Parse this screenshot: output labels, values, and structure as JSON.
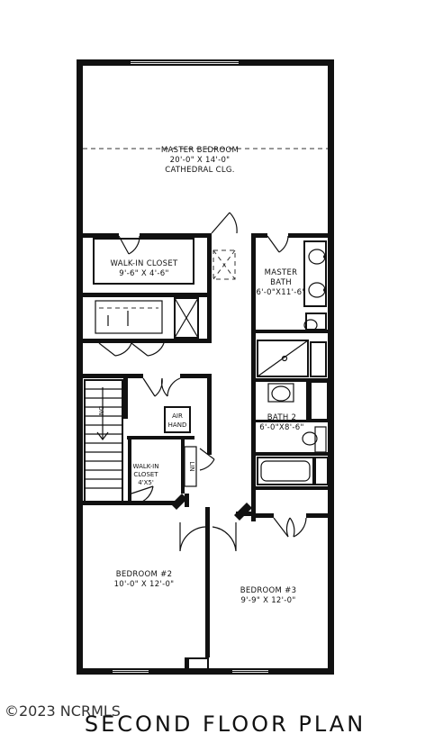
{
  "rooms": {
    "master_bedroom": {
      "name": "MASTER BEDROOM",
      "size": "20'-0\" X 14'-0\"",
      "note": "CATHEDRAL CLG."
    },
    "walk_in_closet_1": {
      "name": "WALK-IN CLOSET",
      "size": "9'-6\" X 4'-6\""
    },
    "master_bath": {
      "name1": "MASTER",
      "name2": "BATH",
      "size": "6'-0\"X11'-6\""
    },
    "bath_2": {
      "name": "BATH 2",
      "size": "6'-0\"X8'-6\""
    },
    "air_hand": {
      "line1": "AIR",
      "line2": "HAND"
    },
    "lin": {
      "label": "LIN"
    },
    "walk_in_closet_2": {
      "line1": "WALK-IN",
      "line2": "CLOSET",
      "size": "4'X5'"
    },
    "bedroom_2": {
      "name": "BEDROOM #2",
      "size": "10'-0\" X 12'-0\""
    },
    "bedroom_3": {
      "name": "BEDROOM #3",
      "size": "9'-9\" X 12'-0\""
    },
    "stair": {
      "label": "DN"
    }
  },
  "watermark": "©2023 NCRMLS",
  "title": "SECOND FLOOR PLAN"
}
